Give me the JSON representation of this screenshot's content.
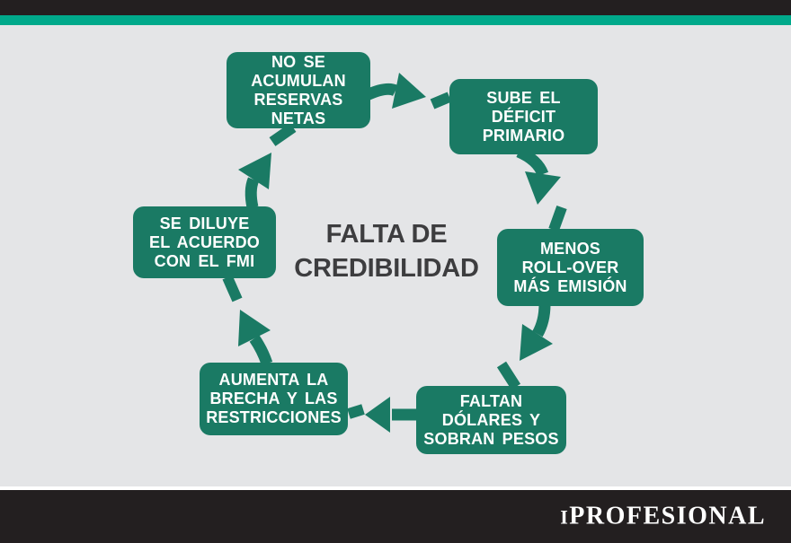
{
  "center_label": {
    "line1": "FALTA DE",
    "line2": "CREDIBILIDAD"
  },
  "cycle": {
    "nodes": [
      {
        "id": "reservas",
        "lines": [
          "NO SE",
          "ACUMULAN",
          "RESERVAS NETAS"
        ]
      },
      {
        "id": "deficit",
        "lines": [
          "SUBE EL",
          "DÉFICIT",
          "PRIMARIO"
        ]
      },
      {
        "id": "emision",
        "lines": [
          "MENOS",
          "ROLL-OVER",
          "MÁS EMISIÓN"
        ]
      },
      {
        "id": "pesos",
        "lines": [
          "FALTAN",
          "DÓLARES Y",
          "SOBRAN PESOS"
        ]
      },
      {
        "id": "brecha",
        "lines": [
          "AUMENTA LA",
          "BRECHA Y LAS",
          "RESTRICCIONES"
        ]
      },
      {
        "id": "fmi",
        "lines": [
          "SE DILUYE",
          "EL ACUERDO",
          "CON EL FMI"
        ]
      }
    ]
  },
  "footer": {
    "brand_initial": "I",
    "brand_rest": "PROFESIONAL"
  },
  "colors": {
    "node_green": "#1a7a64",
    "accent_teal": "#00a98b",
    "bar_black": "#231f20",
    "background_gray": "#e4e5e7",
    "title_gray": "#3d3d3f"
  }
}
